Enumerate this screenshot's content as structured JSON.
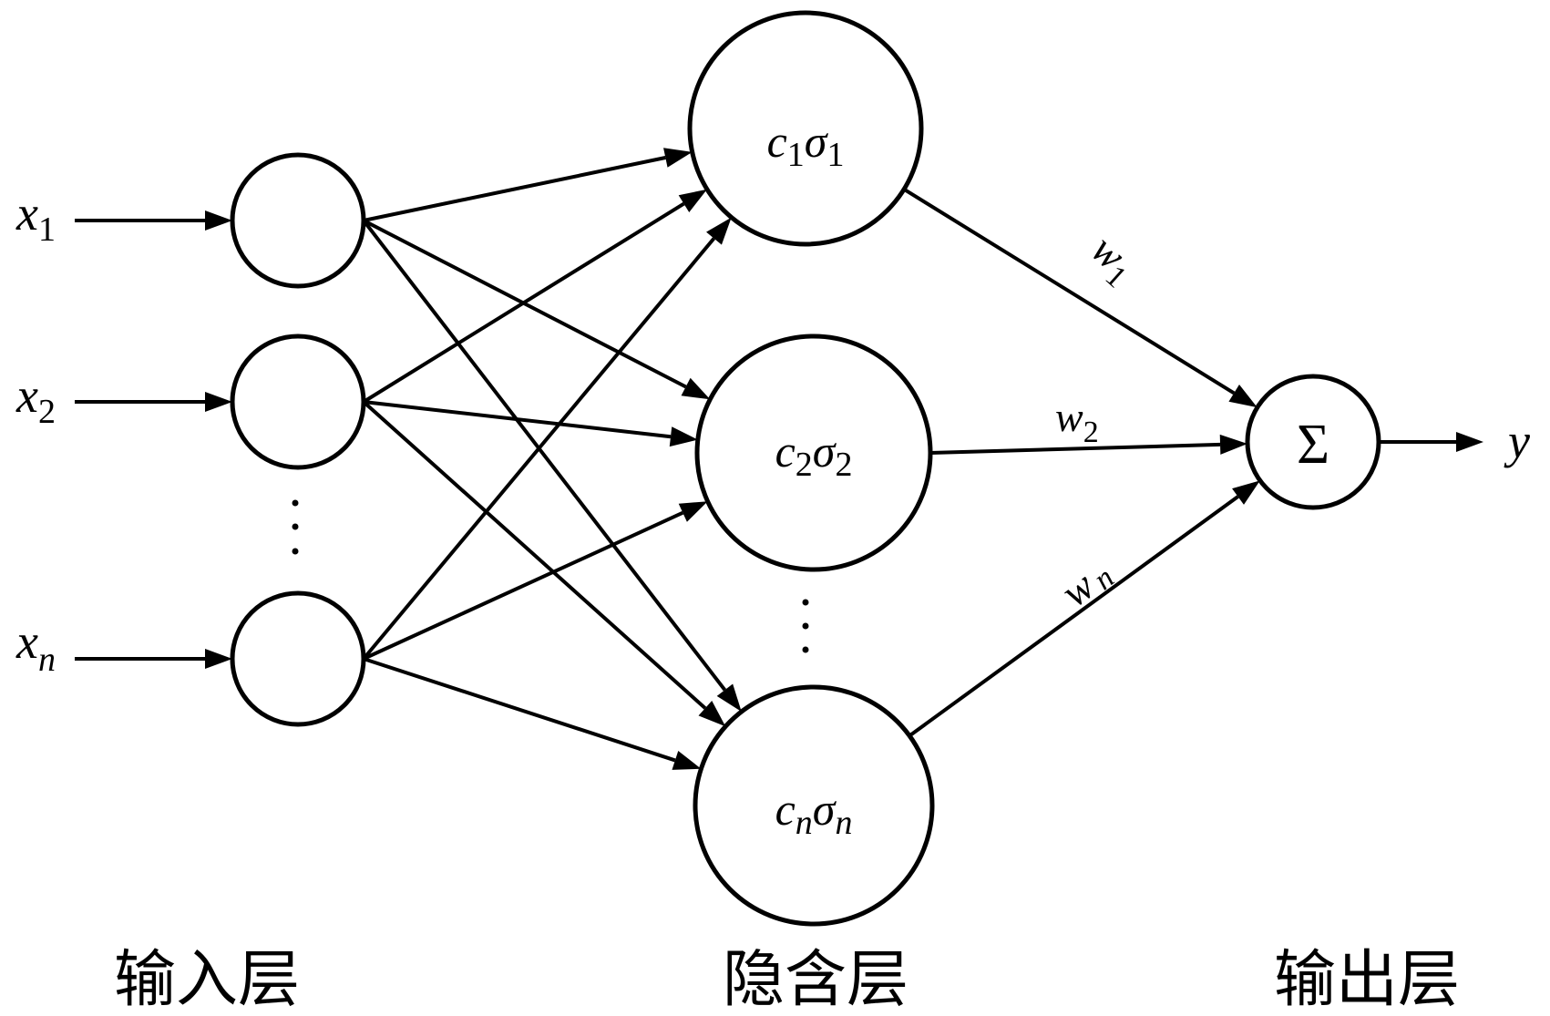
{
  "figure": {
    "type": "RBF neural network structure",
    "colors": {
      "stroke": "#000000",
      "background": "#ffffff"
    }
  },
  "layers": {
    "input": {
      "label": "输入层",
      "nodes": [
        {
          "var": "x",
          "sub": "1"
        },
        {
          "var": "x",
          "sub": "2"
        },
        {
          "var": "x",
          "sub": "n"
        }
      ],
      "ellipsis": "⋮"
    },
    "hidden": {
      "label": "隐含层",
      "nodes": [
        {
          "c": "c",
          "c_sub": "1",
          "s": "σ",
          "s_sub": "1"
        },
        {
          "c": "c",
          "c_sub": "2",
          "s": "σ",
          "s_sub": "2"
        },
        {
          "c": "c",
          "c_sub": "n",
          "s": "σ",
          "s_sub": "n"
        }
      ],
      "ellipsis": "⋮"
    },
    "output": {
      "label": "输出层",
      "node_symbol": "Σ",
      "output_var": "y"
    }
  },
  "weights": [
    {
      "var": "w",
      "sub": "1"
    },
    {
      "var": "w",
      "sub": "2"
    },
    {
      "var": "w",
      "sub": "n"
    }
  ],
  "connections": {
    "input_to_hidden": "fully connected (3×3)",
    "hidden_to_output": "weighted sum"
  }
}
